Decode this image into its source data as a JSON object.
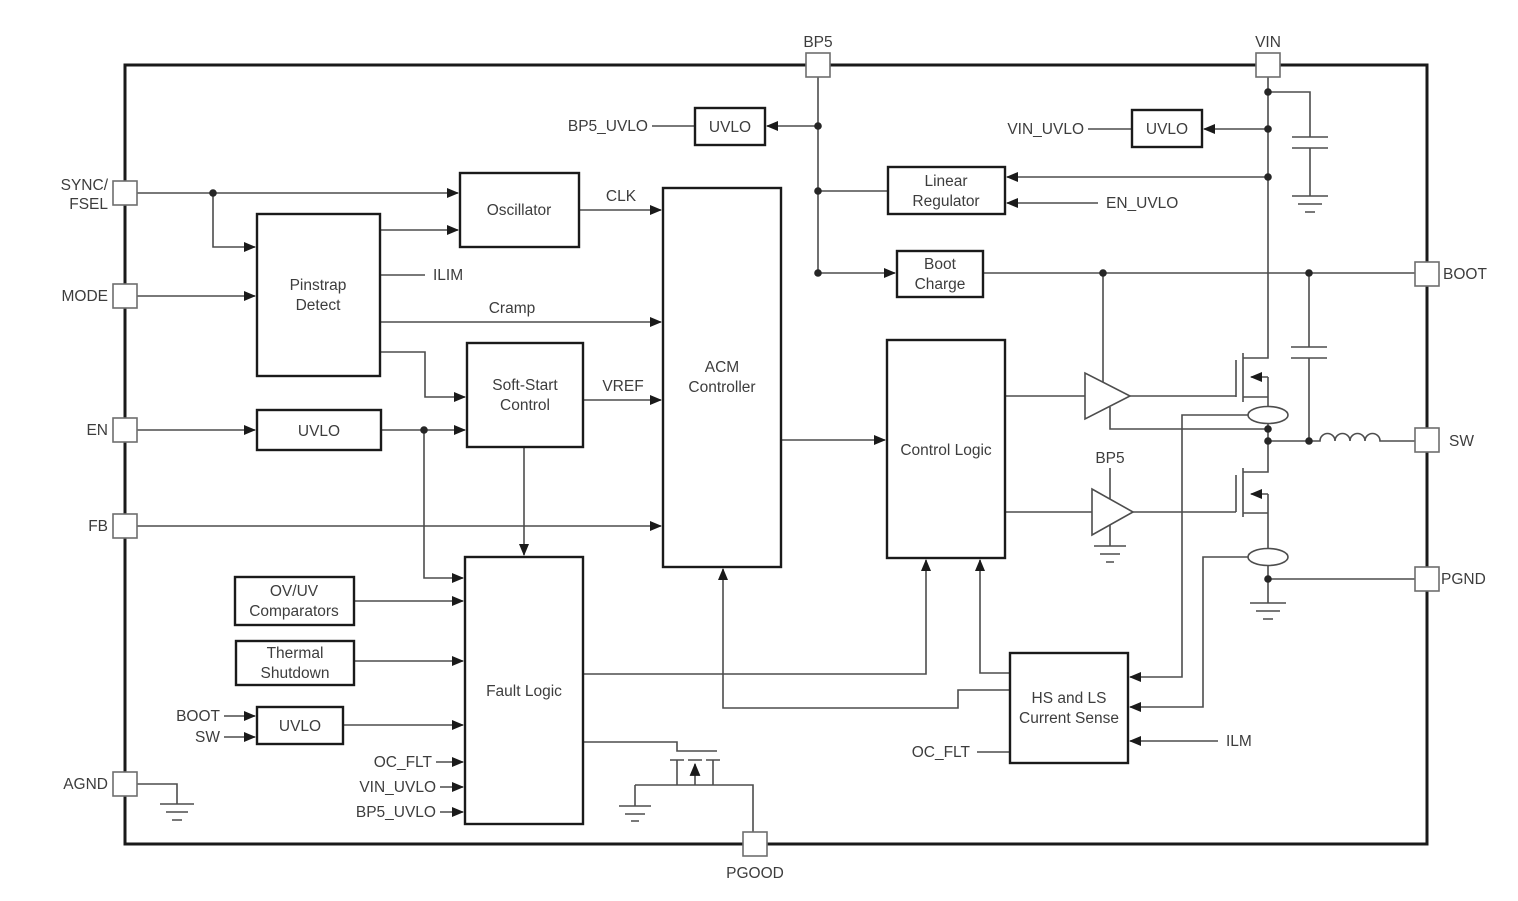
{
  "figure": {
    "pins": {
      "bp5": "BP5",
      "vin": "VIN",
      "sync_line1": "SYNC/",
      "sync_line2": "FSEL",
      "mode": "MODE",
      "en": "EN",
      "fb": "FB",
      "agnd": "AGND",
      "boot": "BOOT",
      "sw": "SW",
      "pgnd": "PGND",
      "pgood": "PGOOD"
    },
    "blocks": {
      "oscillator": {
        "l1": "Oscillator"
      },
      "pinstrap": {
        "l1": "Pinstrap",
        "l2": "Detect"
      },
      "en_uvlo": {
        "l1": "UVLO"
      },
      "soft_start": {
        "l1": "Soft-Start",
        "l2": "Control"
      },
      "acm": {
        "l1": "ACM",
        "l2": "Controller"
      },
      "bp5_uvlo": {
        "l1": "UVLO"
      },
      "linear_regulator": {
        "l1": "Linear",
        "l2": "Regulator"
      },
      "boot_charge": {
        "l1": "Boot",
        "l2": "Charge"
      },
      "vin_uvlo": {
        "l1": "UVLO"
      },
      "control_logic": {
        "l1": "Control Logic"
      },
      "ovuv_comparators": {
        "l1": "OV/UV",
        "l2": "Comparators"
      },
      "thermal_shutdown": {
        "l1": "Thermal",
        "l2": "Shutdown"
      },
      "bootsw_uvlo": {
        "l1": "UVLO"
      },
      "fault_logic": {
        "l1": "Fault Logic"
      },
      "current_sense": {
        "l1": "HS and LS",
        "l2": "Current Sense"
      }
    },
    "signals": {
      "clk": "CLK",
      "ilim": "ILIM",
      "cramp": "Cramp",
      "vref": "VREF",
      "bp5_uvlo": "BP5_UVLO",
      "vin_uvlo": "VIN_UVLO",
      "en_uvlo": "EN_UVLO",
      "boot": "BOOT",
      "sw": "SW",
      "oc_flt": "OC_FLT",
      "vin_uvlo_in": "VIN_UVLO",
      "bp5_uvlo_in": "BP5_UVLO",
      "oc_flt_cs": "OC_FLT",
      "ilm": "ILM",
      "bp5_drv": "BP5"
    },
    "colors": {
      "background": "#ffffff",
      "wire": "#4d4d4d",
      "block_outline": "#1a1a1a",
      "text": "#3d3d3d"
    }
  }
}
